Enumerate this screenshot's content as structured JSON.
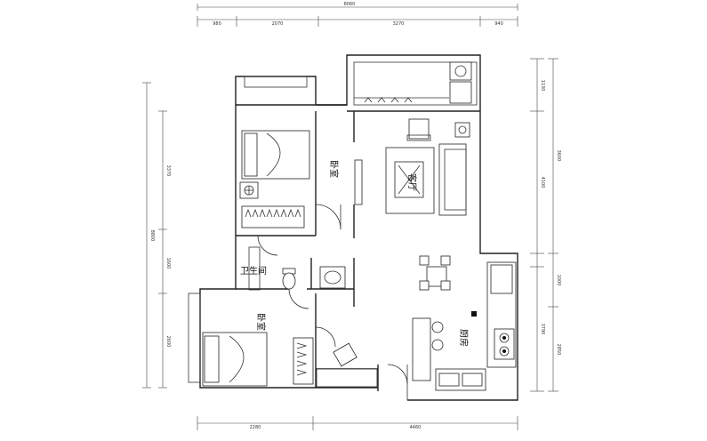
{
  "dimensions": {
    "top_total": "8060",
    "top_segments": [
      "980",
      "2070",
      "3270",
      "940"
    ],
    "bottom_segments": [
      "2280",
      "4460"
    ],
    "left_total": "8800",
    "left_segments": [
      "3370",
      "1600",
      "2600"
    ],
    "right_segments": [
      "1130",
      "3600",
      "4100",
      "1000",
      "3790",
      "2850"
    ]
  },
  "rooms": {
    "bedroom_upper": "卧室",
    "bedroom_lower": "卧室",
    "living_room": "客厅",
    "kitchen": "厨房",
    "bathroom": "卫生间"
  }
}
